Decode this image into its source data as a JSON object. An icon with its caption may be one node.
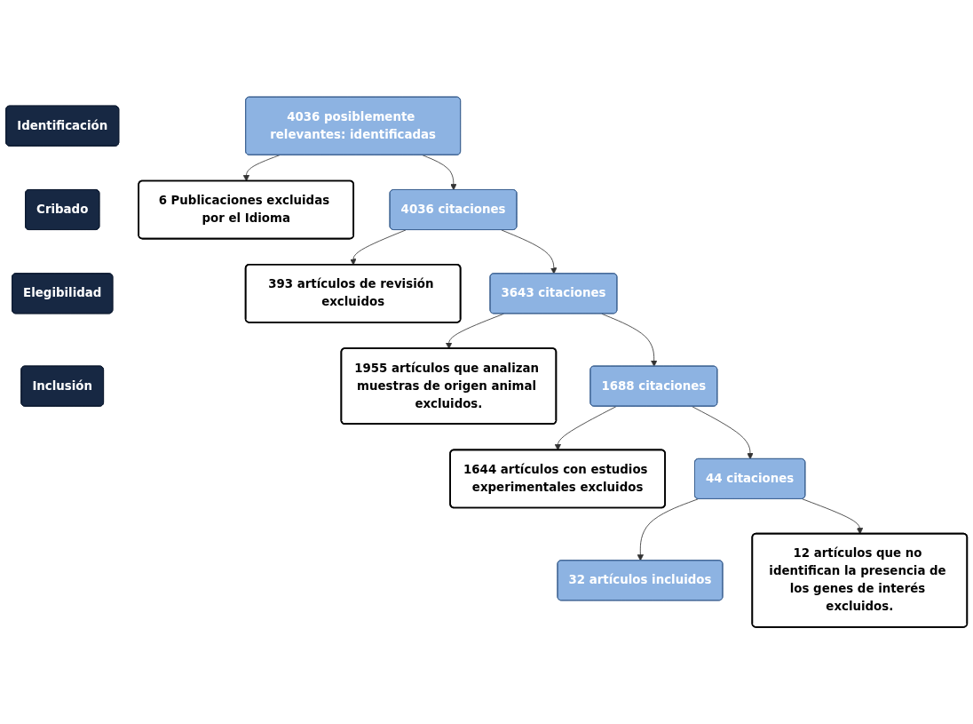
{
  "diagram": {
    "nodes": [
      {
        "text": [
          "Identificación"
        ]
      },
      {
        "text": [
          "Cribado"
        ]
      },
      {
        "text": [
          "Elegibilidad"
        ]
      },
      {
        "text": [
          "Inclusión"
        ]
      },
      {
        "text": [
          "4036 posiblemente relevantes: identificadas"
        ]
      },
      {
        "text": [
          "6 Publicaciones excluidas por el Idioma"
        ]
      },
      {
        "text": [
          "4036 citaciones"
        ]
      },
      {
        "text": [
          "393 artículos de revisión excluidos"
        ]
      },
      {
        "text": [
          "3643 citaciones"
        ]
      },
      {
        "text": [
          "1955 artículos que analizan muestras de origen animal excluidos."
        ]
      },
      {
        "text": [
          "1688 citaciones"
        ]
      },
      {
        "text": [
          "1644 artículos con estudios experimentales excluidos"
        ]
      },
      {
        "text": [
          "44 citaciones"
        ]
      },
      {
        "text": [
          "12 artículos que no identifican la presencia de los genes de interés excluidos."
        ]
      },
      {
        "text": [
          "32 artículos incluidos"
        ]
      }
    ],
    "edges": [
      {
        "from": 4,
        "to": 6,
        "arrow": "to"
      },
      {
        "from": 4,
        "to": 5,
        "arrow": "to"
      },
      {
        "from": 6,
        "to": 8,
        "arrow": "to"
      },
      {
        "from": 6,
        "to": 7,
        "arrow": "to"
      },
      {
        "from": 8,
        "to": 10,
        "arrow": "to"
      },
      {
        "from": 8,
        "to": 9,
        "arrow": "to"
      },
      {
        "from": 10,
        "to": 12,
        "arrow": "to"
      },
      {
        "from": 10,
        "to": 11,
        "arrow": "to"
      },
      {
        "from": 12,
        "to": 14,
        "arrow": "to"
      },
      {
        "from": 12,
        "to": 13,
        "arrow": "to"
      }
    ]
  }
}
